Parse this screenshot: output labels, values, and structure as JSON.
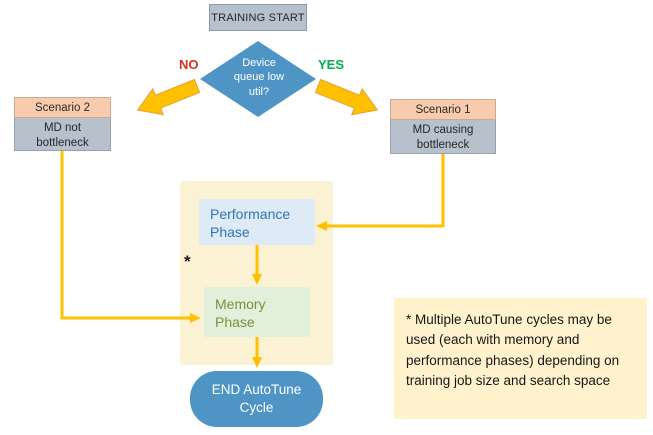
{
  "flow": {
    "start_label": "TRAINING START",
    "decision_label": "Device queue low util?",
    "no_label": "NO",
    "yes_label": "YES",
    "scenario2_title": "Scenario 2",
    "scenario2_body": "MD not bottleneck",
    "scenario1_title": "Scenario 1",
    "scenario1_body": "MD causing bottleneck",
    "performance_label": "Performance Phase",
    "memory_label": "Memory Phase",
    "asterisk": "*",
    "end_label": "END AutoTune Cycle",
    "note": "* Multiple AutoTune cycles may be used (each with memory and performance phases) depending on training job size and search space"
  },
  "colors": {
    "decision_blue": "#4E95C5",
    "end_node_blue": "#4E95C5",
    "arrow_yellow": "#FFC000",
    "no_red": "#D93020",
    "yes_green": "#00B050",
    "scenario_header_peach": "#F8CBAD",
    "scenario_body_gray": "#B7C1CC",
    "cycle_container_cream": "#FBF1D3",
    "performance_bg": "#DEEAF6",
    "performance_text": "#2E75B6",
    "memory_bg": "#E2EFDA",
    "memory_text": "#76933C",
    "note_bg": "#FFF2CC"
  }
}
